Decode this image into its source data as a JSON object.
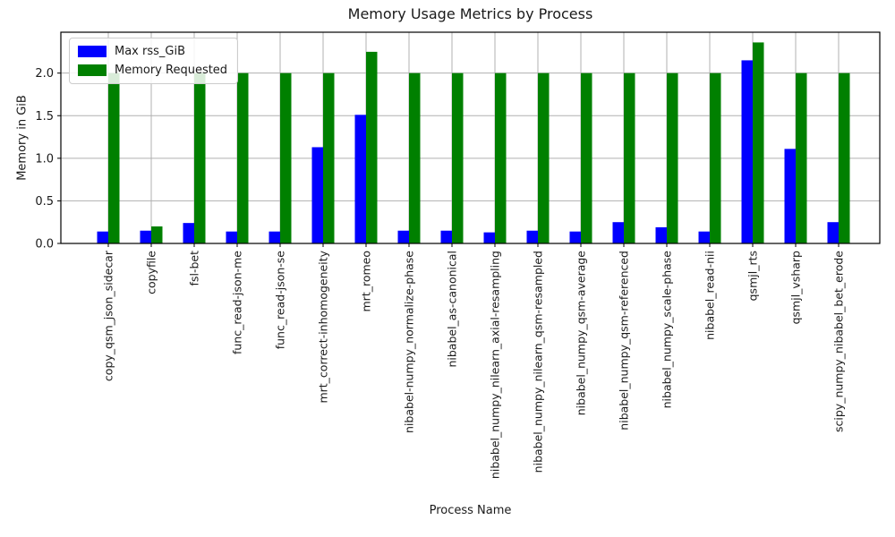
{
  "chart_data": {
    "type": "bar",
    "title": "Memory Usage Metrics by Process",
    "xlabel": "Process Name",
    "ylabel": "Memory in GiB",
    "categories": [
      "copy_qsm_json_sidecar",
      "copyfile",
      "fsl-bet",
      "func_read-json-me",
      "func_read-json-se",
      "mrt_correct-inhomogeneity",
      "mrt_romeo",
      "nibabel-numpy_normalize-phase",
      "nibabel_as-canonical",
      "nibabel_numpy_nilearn_axial-resampling",
      "nibabel_numpy_nilearn_qsm-resampled",
      "nibabel_numpy_qsm-average",
      "nibabel_numpy_qsm-referenced",
      "nibabel_numpy_scale-phase",
      "nibabel_read-nii",
      "qsmjl_rts",
      "qsmjl_vsharp",
      "scipy_numpy_nibabel_bet_erode"
    ],
    "series": [
      {
        "name": "Max rss_GiB",
        "color": "#0000ff",
        "values": [
          0.14,
          0.15,
          0.24,
          0.14,
          0.14,
          1.13,
          1.51,
          0.15,
          0.15,
          0.13,
          0.15,
          0.14,
          0.25,
          0.19,
          0.14,
          2.15,
          1.11,
          0.25
        ]
      },
      {
        "name": "Memory Requested",
        "color": "#008000",
        "values": [
          2.0,
          0.2,
          2.0,
          2.0,
          2.0,
          2.0,
          2.25,
          2.0,
          2.0,
          2.0,
          2.0,
          2.0,
          2.0,
          2.0,
          2.0,
          2.36,
          2.0,
          2.0
        ]
      }
    ],
    "yticks": [
      0.0,
      0.5,
      1.0,
      1.5,
      2.0
    ],
    "ylim": [
      0,
      2.48
    ],
    "grid": true,
    "grid_color": "#b0b0b0",
    "legend_position": "upper left",
    "tick_label_rotation": 90
  }
}
